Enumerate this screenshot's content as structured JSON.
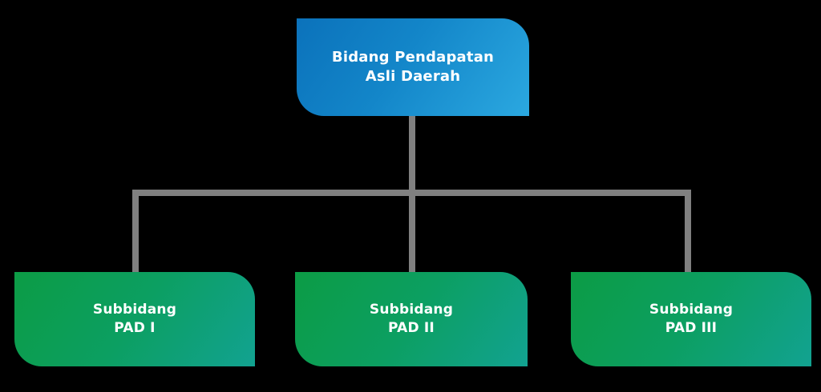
{
  "chart_data": {
    "type": "diagram",
    "diagram_type": "organizational-chart",
    "title": "Bidang Pendapatan Asli Daerah",
    "orientation": "top-down",
    "background_color": "#000000",
    "connector_color": "#808080",
    "nodes": [
      {
        "id": "root",
        "label": "Bidang Pendapatan\nAsli Daerah",
        "line1": "Bidang Pendapatan",
        "line2": "Asli Daerah",
        "level": 0,
        "color_start": "#0b72bb",
        "color_end": "#2ba8e0",
        "text_color": "#ffffff"
      },
      {
        "id": "child-1",
        "label": "Subbidang\nPAD I",
        "line1": "Subbidang",
        "line2": "PAD I",
        "level": 1,
        "color_start": "#0c9c45",
        "color_end": "#12a291",
        "text_color": "#ffffff"
      },
      {
        "id": "child-2",
        "label": "Subbidang\nPAD II",
        "line1": "Subbidang",
        "line2": "PAD II",
        "level": 1,
        "color_start": "#0c9c45",
        "color_end": "#12a291",
        "text_color": "#ffffff"
      },
      {
        "id": "child-3",
        "label": "Subbidang\nPAD III",
        "line1": "Subbidang",
        "line2": "PAD III",
        "level": 1,
        "color_start": "#0c9c45",
        "color_end": "#12a291",
        "text_color": "#ffffff"
      }
    ],
    "edges": [
      {
        "from": "root",
        "to": "child-1"
      },
      {
        "from": "root",
        "to": "child-2"
      },
      {
        "from": "root",
        "to": "child-3"
      }
    ]
  }
}
